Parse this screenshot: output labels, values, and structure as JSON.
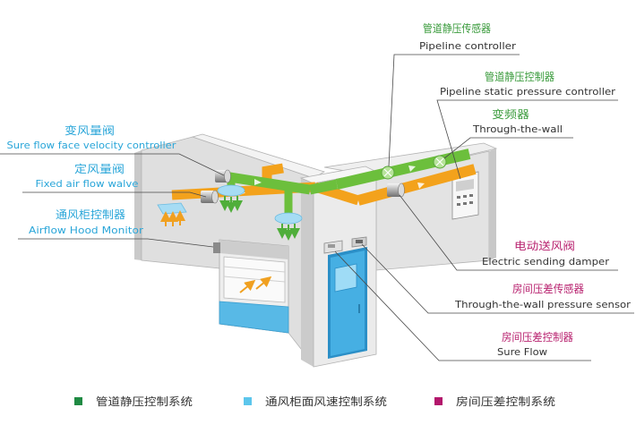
{
  "labels": {
    "pipeline_sensor": {
      "zh": "管道静压传感器",
      "en": "Pipeline controller"
    },
    "pipeline_controller": {
      "zh": "管道静压控制器",
      "en": "Pipeline static pressure controller"
    },
    "inverter": {
      "zh": "变频器",
      "en": "Through-the-wall"
    },
    "supply_damper": {
      "zh": "电动送风阀",
      "en": "Electric sending damper"
    },
    "room_pressure_sensor": {
      "zh": "房间压差传感器",
      "en": "Through-the-wall pressure sensor"
    },
    "room_pressure_controller": {
      "zh": "房间压差控制器",
      "en": "Sure Flow"
    },
    "vav_valve": {
      "zh": "变风量阀",
      "en": "Sure flow face velocity controller"
    },
    "cav_valve": {
      "zh": "定风量阀",
      "en": "Fixed air flow walve"
    },
    "hood_controller": {
      "zh": "通风柜控制器",
      "en": "Airflow Hood Monitor"
    }
  },
  "legend": [
    {
      "label": "管道静压控制系统",
      "color": "#1f8a43"
    },
    {
      "label": "通风柜面风速控制系统",
      "color": "#5cc6ec"
    },
    {
      "label": "房间压差控制系统",
      "color": "#b3176c"
    }
  ],
  "colors": {
    "label_green": "#3a9b3c",
    "label_cyan": "#2aa6d9",
    "label_magenta": "#b8226f",
    "label_dark": "#333333",
    "duct_green": "#6cbf3c",
    "duct_orange": "#f3a21c",
    "door_blue": "#46afe3"
  }
}
